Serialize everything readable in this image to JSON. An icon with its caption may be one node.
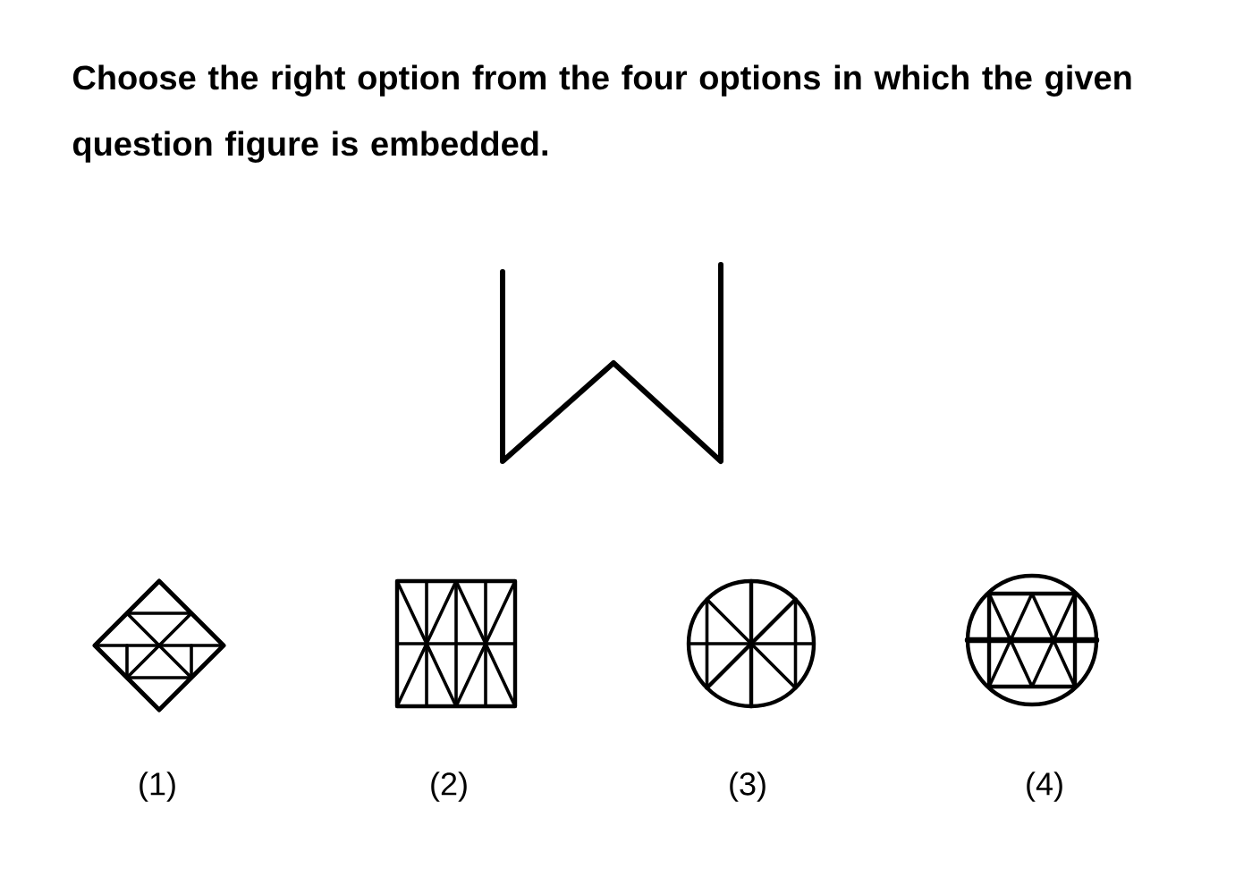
{
  "diagram": {
    "title": "Choose the right option from the four options in which the given question figure is embedded.",
    "labels": [
      "(1)",
      "(2)",
      "(3)",
      "(4)"
    ]
  }
}
